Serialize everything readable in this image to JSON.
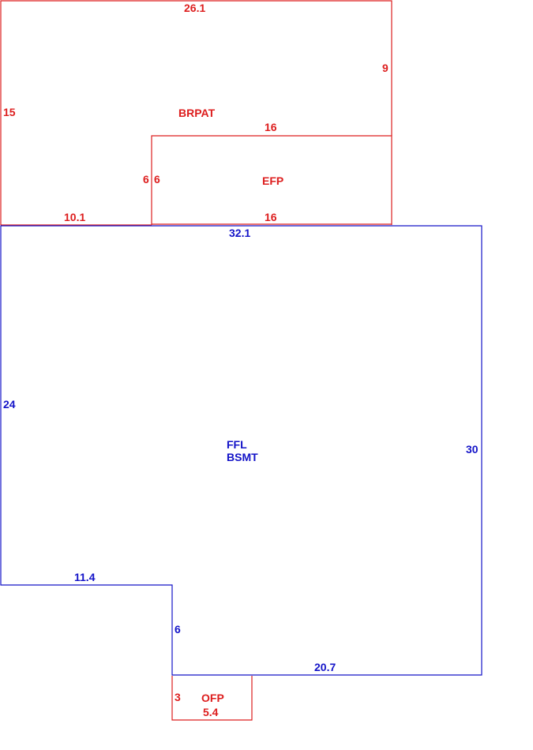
{
  "colors": {
    "exterior": "#dd1e1e",
    "living": "#1414c8",
    "background": "#ffffff"
  },
  "areas": {
    "brpat": {
      "name": "BRPAT",
      "dims": {
        "top": "26.1",
        "right": "9",
        "left": "15",
        "bottom": "10.1",
        "inner": "6"
      }
    },
    "efp": {
      "name": "EFP",
      "dims": {
        "top": "16",
        "left": "6",
        "bottom": "16"
      }
    },
    "main": {
      "name_lines": [
        "FFL",
        "BSMT"
      ],
      "dims": {
        "top": "32.1",
        "left": "24",
        "right": "30",
        "lower_left": "11.4",
        "step": "6",
        "bottom": "20.7"
      }
    },
    "ofp": {
      "name": "OFP",
      "dims": {
        "left": "3",
        "bottom": "5.4"
      }
    }
  }
}
